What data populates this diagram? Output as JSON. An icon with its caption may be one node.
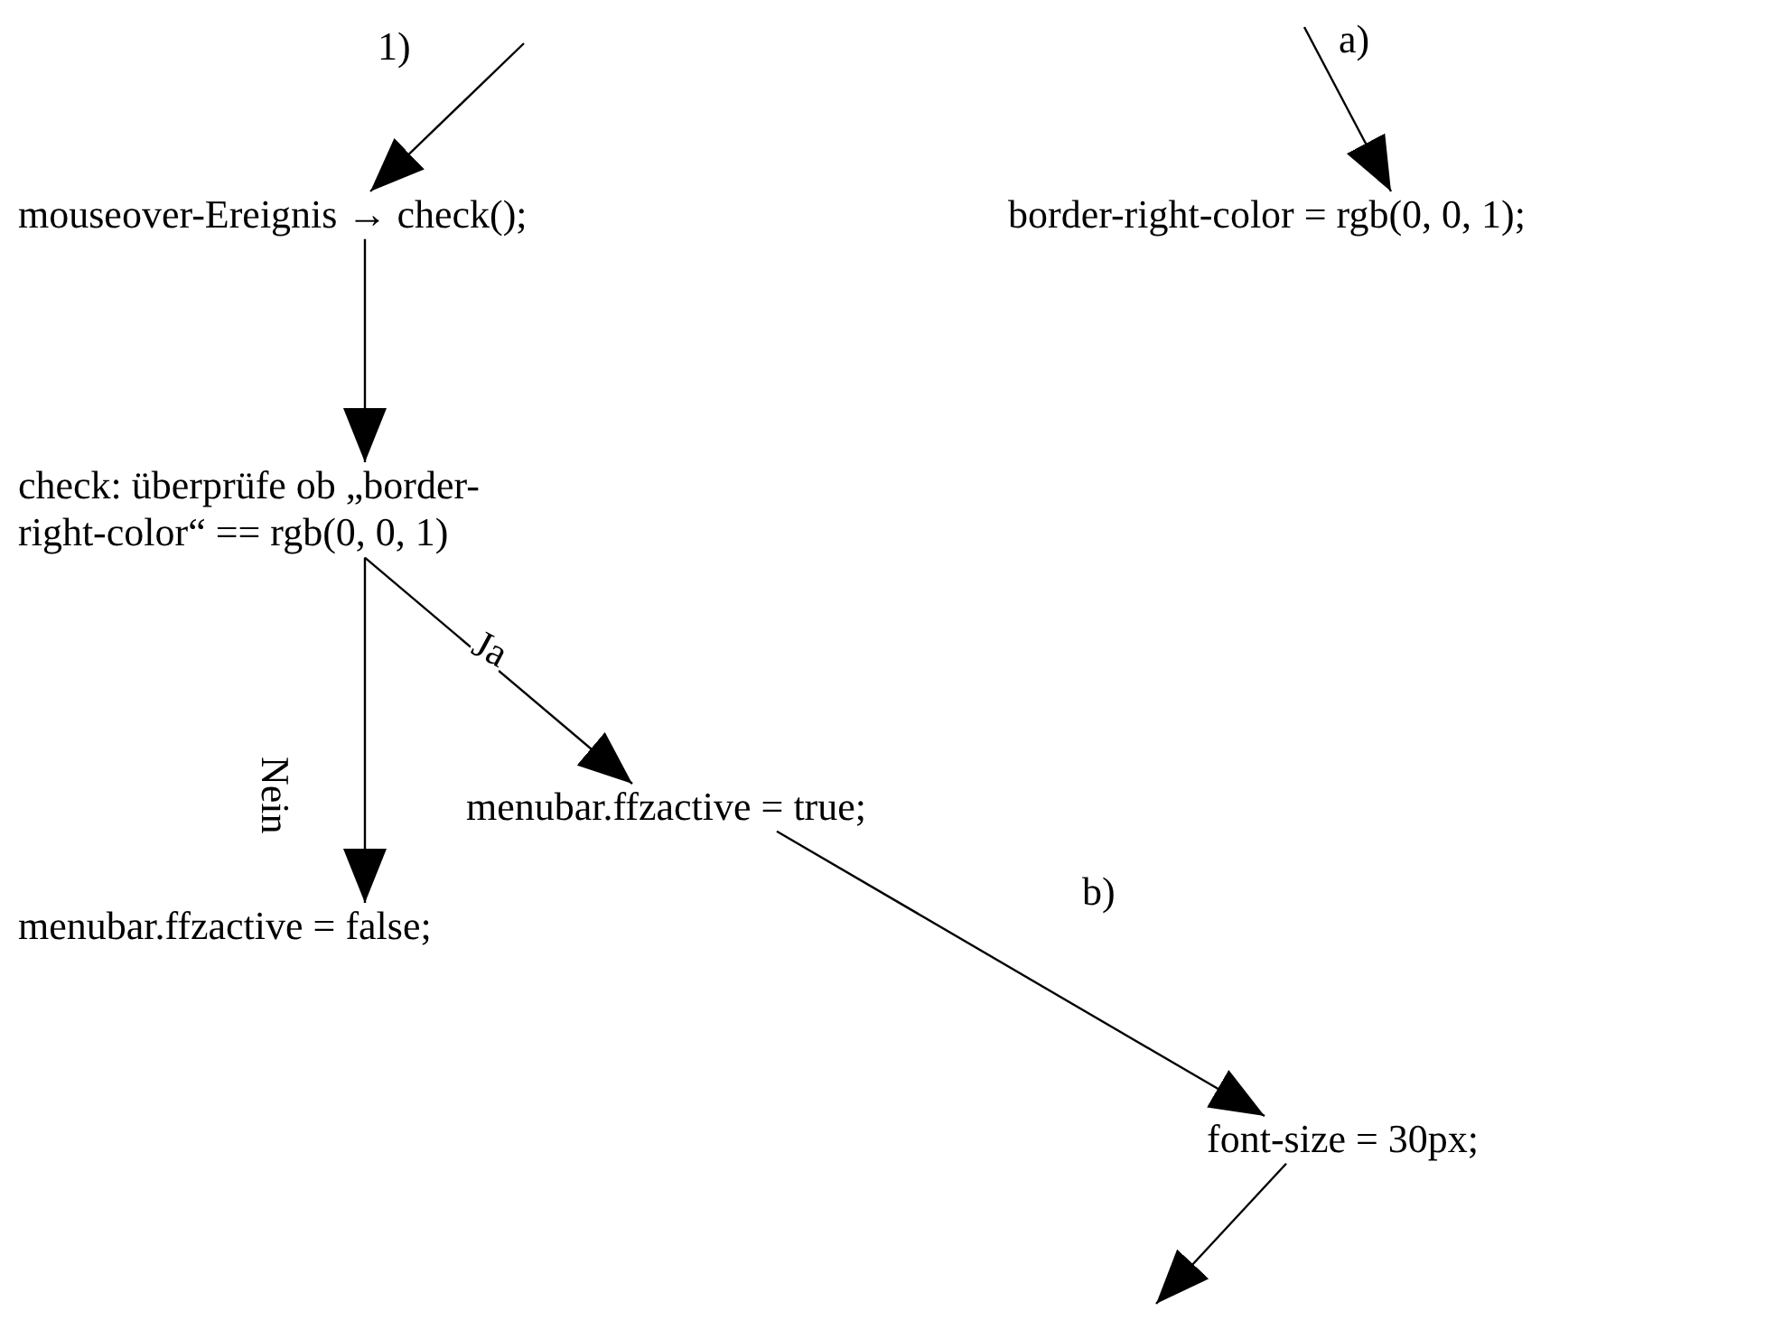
{
  "diagram": {
    "nodes": [
      {
        "text": [
          "mouseover-Ereignis → check();"
        ]
      },
      {
        "text": [
          "border-right-color = rgb(0, 0, 1);"
        ]
      },
      {
        "text": [
          "check: überprüfe ob „border-right-color“ == rgb(0, 0, 1)"
        ]
      },
      {
        "text": [
          "menubar.ffzactive = true;"
        ]
      },
      {
        "text": [
          "menubar.ffzactive = false;"
        ]
      },
      {
        "text": [
          "font-size = 30px;"
        ]
      }
    ],
    "edges": [
      {
        "from": null,
        "to": 0,
        "arrow": "to",
        "label": "1)"
      },
      {
        "from": null,
        "to": 1,
        "arrow": "to",
        "label": "a)"
      },
      {
        "from": 0,
        "to": 2,
        "arrow": "to"
      },
      {
        "from": 2,
        "to": 3,
        "arrow": "to",
        "label": "Ja"
      },
      {
        "from": 2,
        "to": 4,
        "arrow": "to",
        "label": "Nein"
      },
      {
        "from": 3,
        "to": 5,
        "arrow": "to",
        "label": "b)"
      },
      {
        "from": 5,
        "to": null,
        "arrow": "to"
      }
    ]
  }
}
